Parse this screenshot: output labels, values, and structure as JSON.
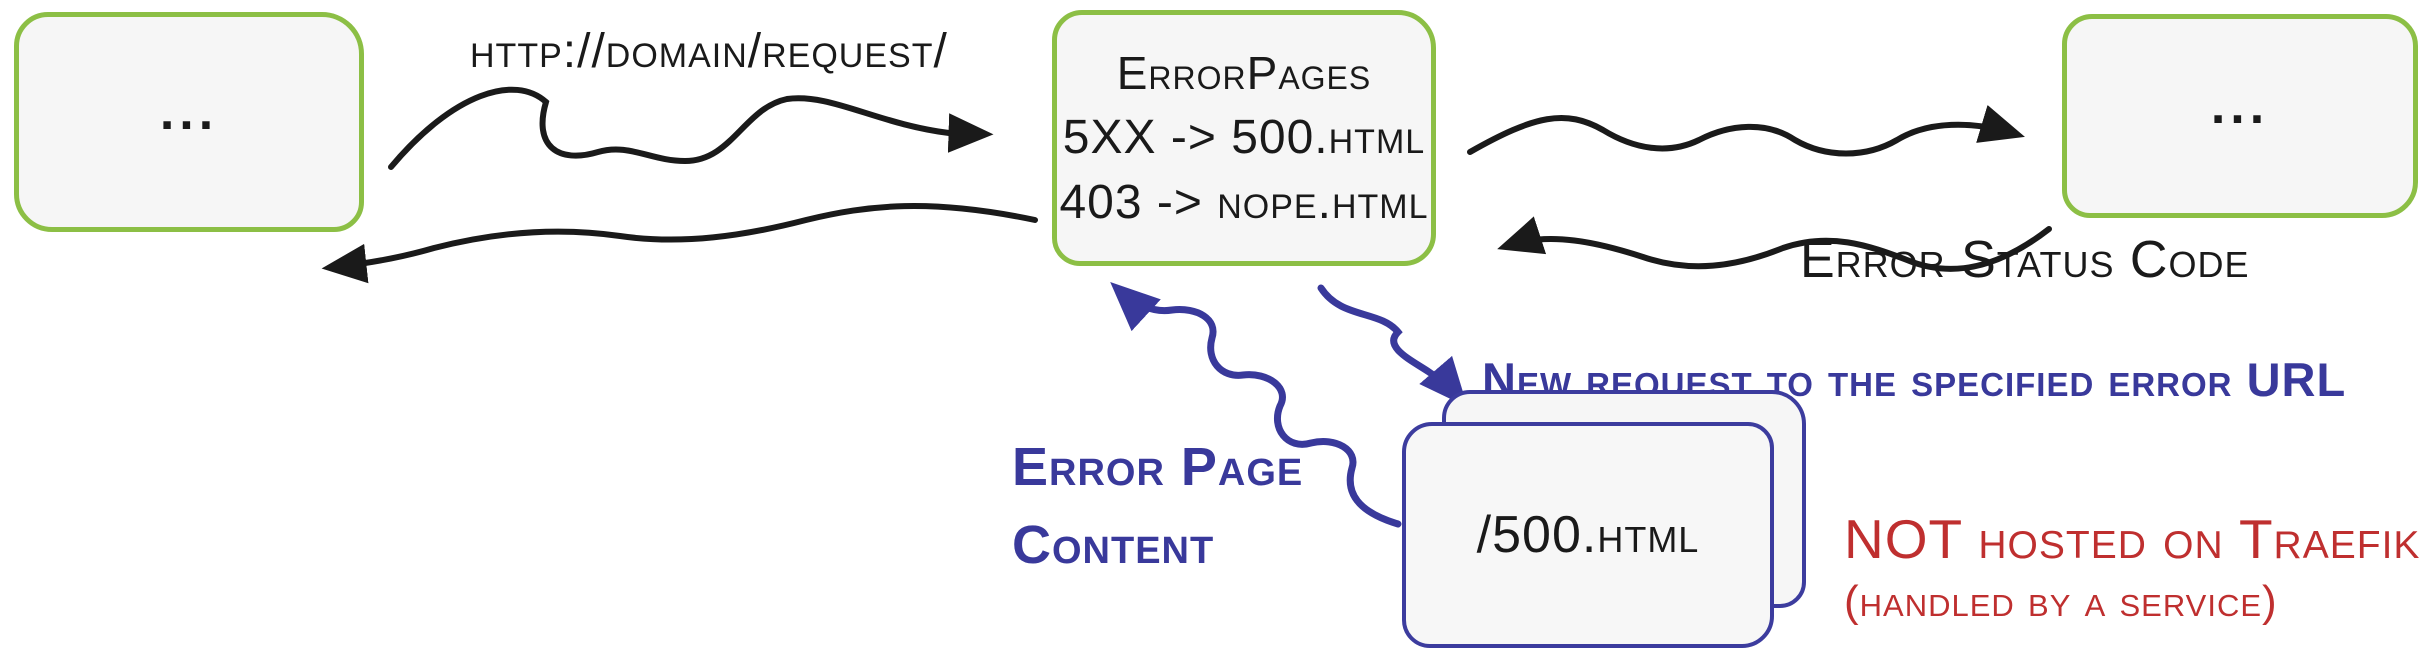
{
  "colors": {
    "box_green": "#8cbf45",
    "accent_blue": "#39399b",
    "accent_red": "#bf2f2f",
    "ink_black": "#1a1a1a"
  },
  "client_box": {
    "label": "..."
  },
  "middleware_box": {
    "title": "ErrorPages",
    "rules": [
      "5XX -> 500.html",
      "403 -> nope.html"
    ]
  },
  "service_box": {
    "label": "..."
  },
  "error_page_box": {
    "file": "/500.html"
  },
  "labels": {
    "request_url": "http://domain/request/",
    "error_status_code": "Error Status Code",
    "new_request": "New request to the specified error URL",
    "error_page_content": [
      "Error Page",
      "Content"
    ],
    "not_hosted": "NOT hosted on Traefik",
    "handled_by": "(handled by a service)"
  }
}
